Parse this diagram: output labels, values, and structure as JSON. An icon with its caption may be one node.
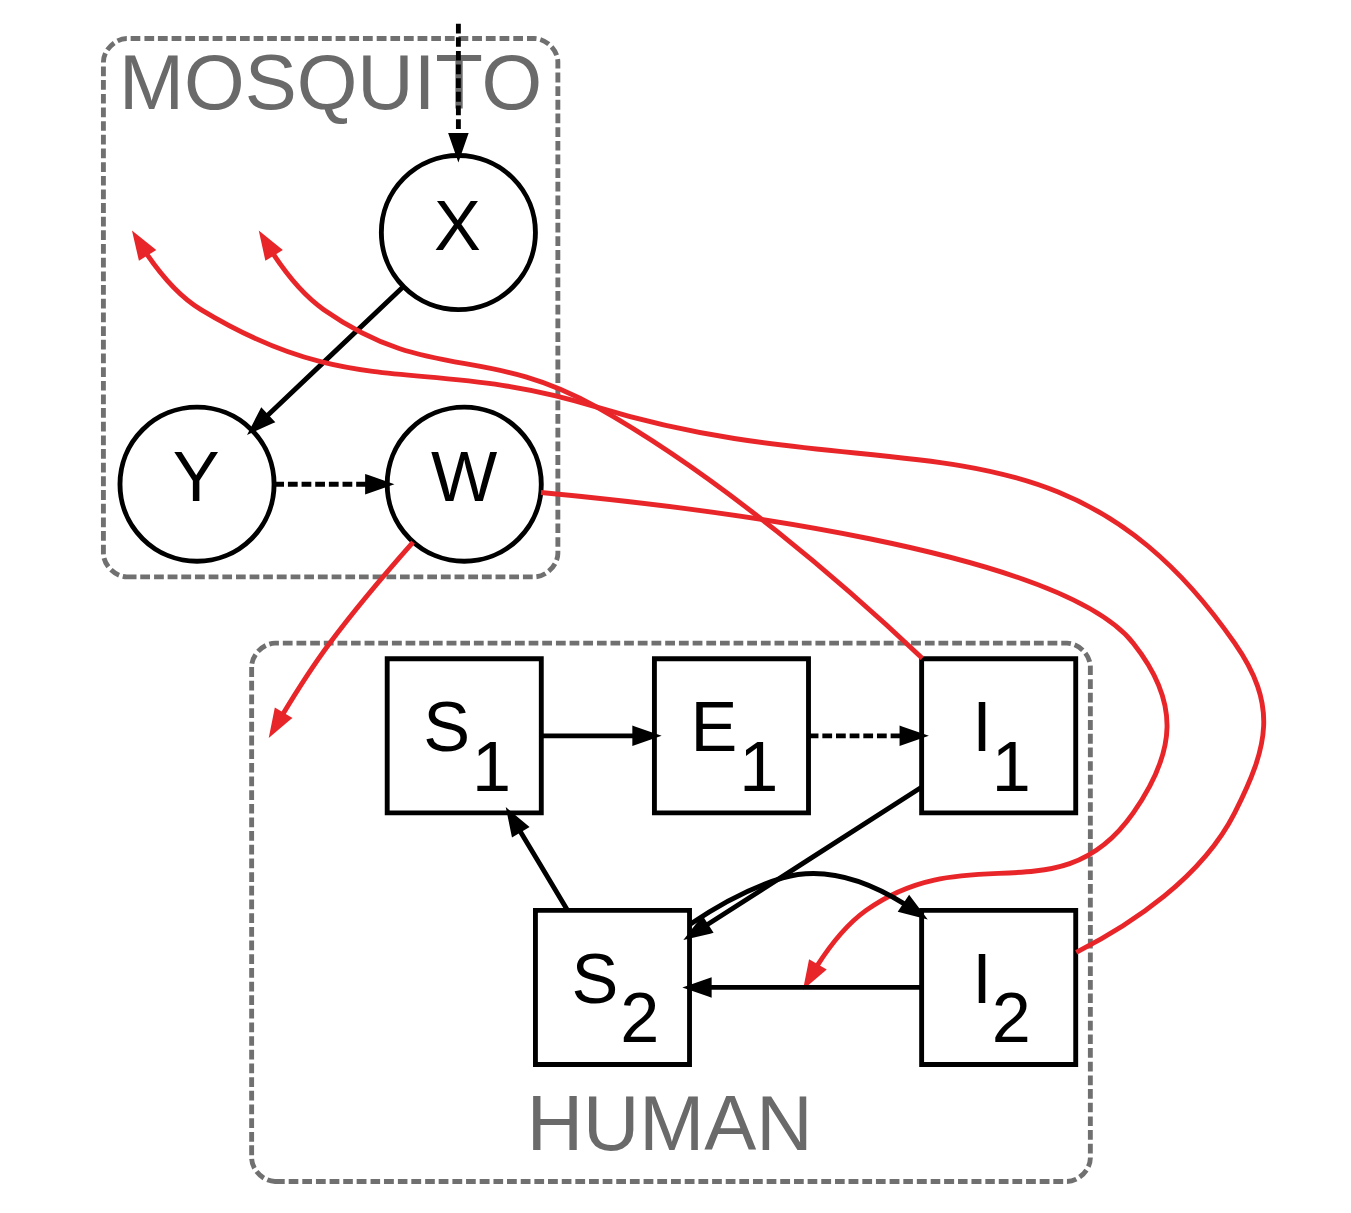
{
  "diagram": {
    "nodes": [
      {
        "text": [
          "MOSQUITO"
        ]
      },
      {
        "text": [
          "X"
        ],
        "in": 0
      },
      {
        "text": [
          "Y"
        ],
        "in": 0
      },
      {
        "text": [
          "W"
        ],
        "in": 0
      },
      {
        "text": [
          "HUMAN"
        ]
      },
      {
        "text": [
          "S$_{1}$"
        ],
        "in": 4
      },
      {
        "text": [
          "E$_{1}$"
        ],
        "in": 4
      },
      {
        "text": [
          "I$_{1}$"
        ],
        "in": 4
      },
      {
        "text": [
          "S$_{2}$"
        ],
        "in": 4
      },
      {
        "text": [
          "I$_{2}$"
        ],
        "in": 4
      }
    ],
    "edges": [
      {
        "from": null,
        "to": 1,
        "arrow": "to",
        "style": "dashed"
      },
      {
        "from": 1,
        "to": 2,
        "arrow": "to"
      },
      {
        "from": 2,
        "to": 3,
        "arrow": "to",
        "style": "dashed"
      },
      {
        "from": 3,
        "to": null,
        "arrow": "to",
        "color": "#e8262a"
      },
      {
        "from": 3,
        "to": null,
        "arrow": "to",
        "color": "#e8262a"
      },
      {
        "from": 5,
        "to": 6,
        "arrow": "to"
      },
      {
        "from": 6,
        "to": 7,
        "arrow": "to",
        "style": "dashed"
      },
      {
        "from": 7,
        "to": 8,
        "arrow": "to"
      },
      {
        "from": 8,
        "to": 5,
        "arrow": "to"
      },
      {
        "from": 8,
        "to": 9,
        "arrow": "to"
      },
      {
        "from": 9,
        "to": 8,
        "arrow": "to"
      },
      {
        "from": 7,
        "to": null,
        "arrow": "to",
        "color": "#e8262a"
      },
      {
        "from": 9,
        "to": null,
        "arrow": "to",
        "color": "#e8262a"
      }
    ]
  }
}
